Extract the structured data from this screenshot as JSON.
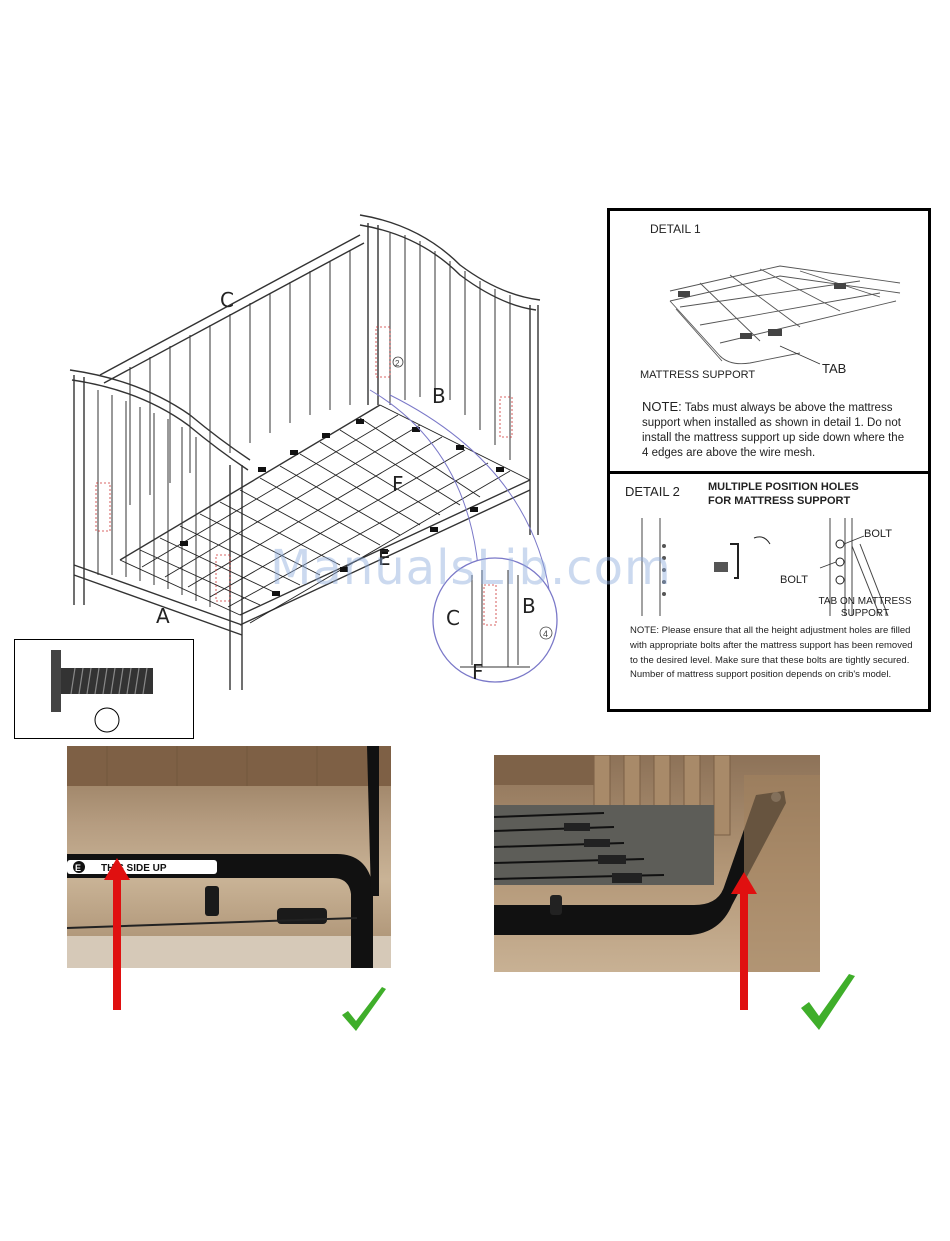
{
  "diagram": {
    "labels": {
      "a": "A",
      "b": "B",
      "c": "C",
      "f": "F",
      "e": "E",
      "num2": "2",
      "num4": "4"
    }
  },
  "watermark": "ManualsLib.com",
  "detail1": {
    "title": "DETAIL 1",
    "mattress_support": "MATTRESS SUPPORT",
    "tab": "TAB",
    "note_lead": "NOTE:",
    "note_body": " Tabs must always be above the mattress support when installed as shown in detail 1. Do not install the mattress support up side down where the 4 edges are above the wire mesh."
  },
  "detail2": {
    "title": "DETAIL 2",
    "heading": "MULTIPLE POSITION HOLES FOR MATTRESS SUPPORT",
    "bolt_right": "BOLT",
    "bolt_left": "BOLT",
    "tab_on": "TAB ON MATTRESS SUPPORT",
    "note": "NOTE: Please ensure that all the height adjustment holes are filled with appropriate bolts after the mattress support has been removed to the desired level. Make sure that these bolts are tightly secured. Number of mattress support position depends on crib's model."
  },
  "photo_left": {
    "sticker": "THIS SIDE UP",
    "sticker_letter": "E"
  },
  "colors": {
    "arrow": "#e01010",
    "check": "#3fae2a",
    "wood": "#9a7b5c",
    "metal": "#111111"
  }
}
